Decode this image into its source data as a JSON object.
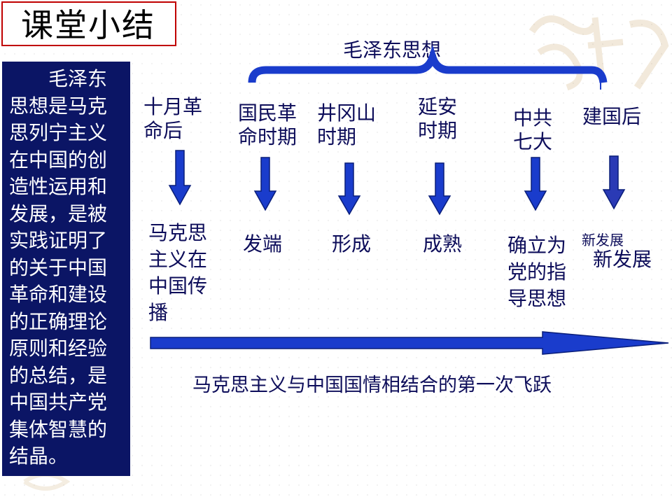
{
  "title": "课堂小结",
  "side_text": "毛泽东思想是马克思列宁主义在中国的创造性运用和发展，是被实践证明了的关于中国革命和建设的正确理论原则和经验的总结，是中国共产党集体智慧的结晶。",
  "brace_label": "毛泽东思想",
  "stages": [
    {
      "period": "十月革\n命后",
      "outcome": "马克思\n主义在\n中国传\n播"
    },
    {
      "period": "国民革\n命时期",
      "outcome": "发端"
    },
    {
      "period": "井冈山\n时期",
      "outcome": "形成"
    },
    {
      "period": "延安\n时期",
      "outcome": "成熟"
    },
    {
      "period": "中共\n七大",
      "outcome": "确立为\n党的指\n导思想"
    },
    {
      "period": "建国后",
      "outcome": "新发展"
    }
  ],
  "small_note": "新发展",
  "bottom_text": "马克思主义与中国国情相结合的第一次飞跃",
  "colors": {
    "panel": "#0b1565",
    "arrow": "#1a3ccc",
    "title_border": "#c00000",
    "text": "#0d0d5a"
  }
}
